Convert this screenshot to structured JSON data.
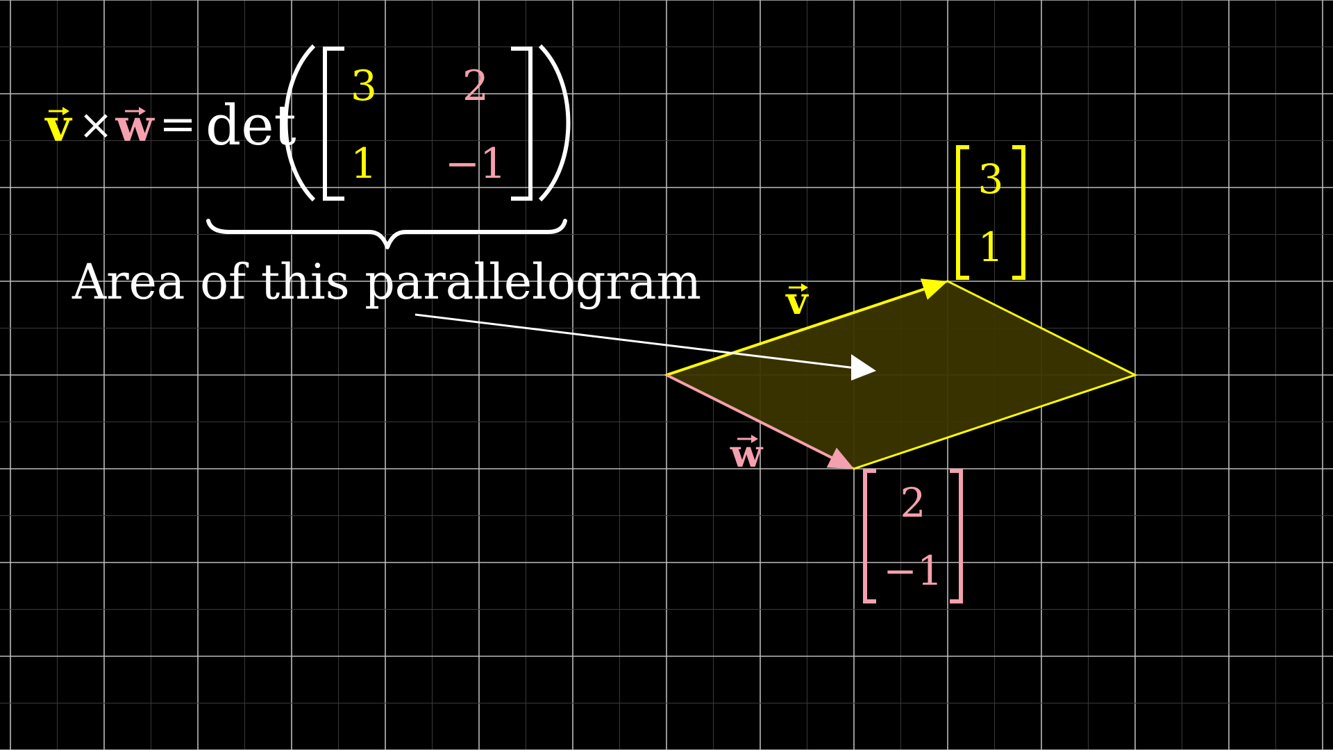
{
  "colors": {
    "background": "#000000",
    "grid_major": "#bdbdbd",
    "grid_minor": "#3a3a3a",
    "v": "#ffff00",
    "w": "#f5a0ae",
    "fill": "#3b3500",
    "text": "#ffffff"
  },
  "formula": {
    "v_symbol": "v",
    "times": "×",
    "w_symbol": "w",
    "equals": "=",
    "det": "det",
    "matrix": {
      "r1c1": "3",
      "r1c2": "2",
      "r2c1": "1",
      "r2c2": "−1"
    }
  },
  "annotation": {
    "text": "Area of this parallelogram"
  },
  "vectors": {
    "v": {
      "label": "v",
      "components": [
        "3",
        "1"
      ],
      "x": 3,
      "y": 1
    },
    "w": {
      "label": "w",
      "components": [
        "2",
        "−1"
      ],
      "x": 2,
      "y": -1
    }
  }
}
